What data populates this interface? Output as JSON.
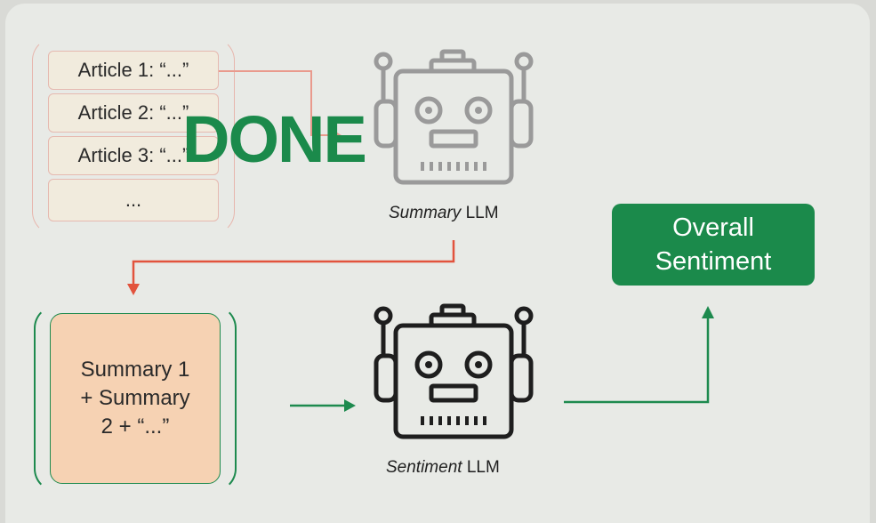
{
  "articles": [
    {
      "label": "Article 1: “...”"
    },
    {
      "label": "Article 2: “...”"
    },
    {
      "label": "Article 3: “...”"
    },
    {
      "label": "..."
    }
  ],
  "summary_llm": {
    "italic": "Summary",
    "rest": " LLM"
  },
  "sentiment_llm": {
    "italic": "Sentiment",
    "rest": " LLM"
  },
  "summary_box": {
    "line1": "Summary 1",
    "line2": "+ Summary",
    "line3": "2 + “...”"
  },
  "overall": {
    "line1": "Overall",
    "line2": "Sentiment"
  },
  "overlay": {
    "text": "DONE"
  },
  "colors": {
    "accent_green": "#1b8a4b",
    "arrow_red": "#e2533d",
    "summary_fill": "#f6d2b3",
    "robot_faded": "#9a9a9a",
    "robot_dark": "#1e1e1e"
  }
}
